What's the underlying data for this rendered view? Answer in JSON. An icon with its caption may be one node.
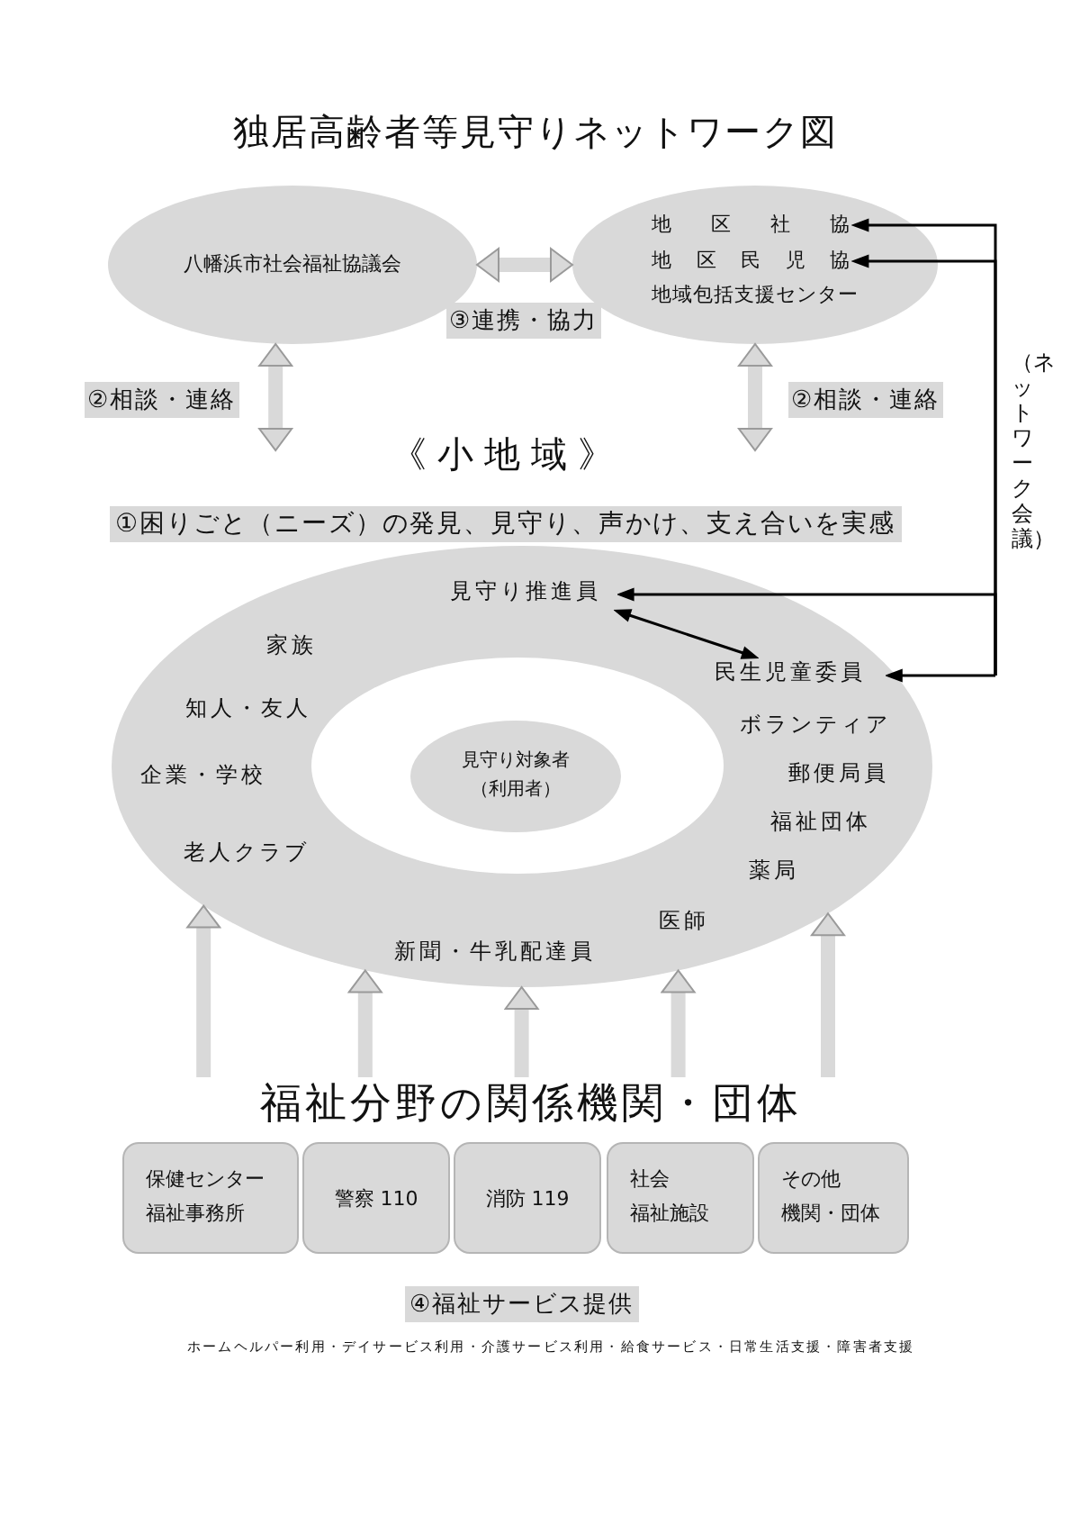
{
  "diagram": {
    "title": "独居高齢者等見守りネットワーク図",
    "nodes": [
      {
        "text": [
          "八幡浜市社会福祉協議会"
        ]
      },
      {
        "text": [],
        "shape": "ellipse"
      },
      {
        "text": [
          "地区社協"
        ],
        "in": 1
      },
      {
        "text": [
          "地区民児協"
        ],
        "in": 1
      },
      {
        "text": [
          "地域包括支援センター"
        ],
        "in": 1
      },
      {
        "text": [],
        "shape": "ellipse"
      },
      {
        "text": [
          "見守り推進員"
        ],
        "in": 5
      },
      {
        "text": [
          "民生児童委員"
        ],
        "in": 5
      },
      {
        "text": [
          "見守り対象者（利用者）"
        ],
        "in": 5
      },
      {
        "text": [
          "福祉分野の関係機関・団体"
        ]
      },
      {
        "text": [
          "保健センター",
          "福祉事務所"
        ]
      },
      {
        "text": [
          "警察 110"
        ]
      },
      {
        "text": [
          "消防 119"
        ]
      },
      {
        "text": [
          "社会",
          "福祉施設"
        ]
      },
      {
        "text": [
          "その他",
          "機関・団体"
        ]
      }
    ],
    "edges": [
      {
        "from": 0,
        "to": 1,
        "arrow": "both",
        "label": "③連携・協力"
      },
      {
        "from": 0,
        "to": null,
        "arrow": "both",
        "label": "②相談・連絡"
      },
      {
        "from": 1,
        "to": null,
        "arrow": "both",
        "label": "②相談・連絡"
      },
      {
        "from": null,
        "to": 2,
        "arrow": "to",
        "color": "#000000"
      },
      {
        "from": null,
        "to": 3,
        "arrow": "to",
        "color": "#000000"
      },
      {
        "from": null,
        "to": 6,
        "arrow": "to",
        "color": "#000000"
      },
      {
        "from": null,
        "to": 7,
        "arrow": "to",
        "color": "#000000"
      },
      {
        "from": 6,
        "to": 7,
        "arrow": "both",
        "color": "#000000"
      },
      {
        "from": 9,
        "to": 5,
        "arrow": "to"
      },
      {
        "from": 9,
        "to": 5,
        "arrow": "to"
      },
      {
        "from": 9,
        "to": 5,
        "arrow": "to"
      },
      {
        "from": 9,
        "to": 5,
        "arrow": "to"
      },
      {
        "from": 9,
        "to": 5,
        "arrow": "to"
      }
    ],
    "labels": [
      "《小地域》",
      "①困りごと（ニーズ）の発見、見守り、声かけ、支え合いを実感",
      "（ネットワーク会議）",
      "家族",
      "知人・友人",
      "企業・学校",
      "老人クラブ",
      "新聞・牛乳配達員",
      "医師",
      "薬局",
      "福祉団体",
      "郵便局員",
      "ボランティア",
      "④福祉サービス提供",
      "ホームヘルパー利用・デイサービス利用・介護サービス利用・給食サービス・日常生活支援・障害者支援"
    ]
  }
}
